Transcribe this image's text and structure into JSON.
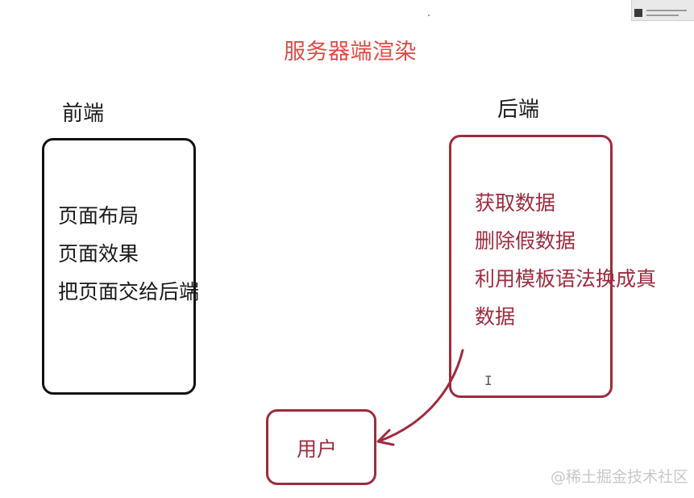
{
  "title": "服务器端渲染",
  "frontend": {
    "label": "前端",
    "items": [
      "页面布局",
      "页面效果",
      "把页面交给后端"
    ]
  },
  "backend": {
    "label": "后端",
    "items": [
      "获取数据",
      "删除假数据",
      "利用模板语法换成真",
      "数据"
    ]
  },
  "user": {
    "label": "用户"
  },
  "watermark": "@稀土掘金技术社区",
  "colors": {
    "title": "#e04a45",
    "backend": "#9e2b3e",
    "frontend": "#111111",
    "watermark": "#c8c8c8"
  }
}
